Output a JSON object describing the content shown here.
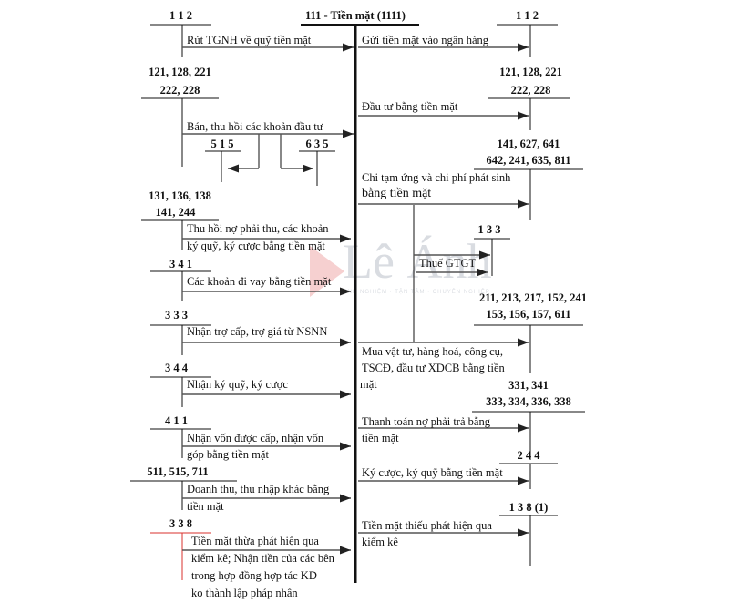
{
  "title": "111 - Tiền mặt (1111)",
  "watermark": {
    "brand": "Lê Ánh",
    "tagline": "KINH NGHIỆM · TẬN TÂM · CHUYÊN NGHIỆP"
  },
  "left": [
    {
      "account": [
        "1 1 2"
      ],
      "desc": [
        "Rút TGNH về quỹ tiền mặt"
      ]
    },
    {
      "account": [
        "121, 128, 221",
        "222, 228"
      ],
      "desc": [
        "Bán, thu hồi các khoản đầu tư"
      ],
      "sub": [
        "5 1 5",
        "6 3 5"
      ]
    },
    {
      "account": [
        "131, 136, 138",
        "141, 244"
      ],
      "desc": [
        "Thu hồi nợ phải thu, các khoản",
        "ký quỹ, ký cược bằng tiền mặt"
      ]
    },
    {
      "account": [
        "3 4 1"
      ],
      "desc": [
        "Các khoản đi vay bằng tiền mặt"
      ]
    },
    {
      "account": [
        "3 3 3"
      ],
      "desc": [
        "Nhận trợ cấp, trợ giá từ NSNN"
      ]
    },
    {
      "account": [
        "3 4 4"
      ],
      "desc": [
        "Nhận ký quỹ, ký cược"
      ]
    },
    {
      "account": [
        "4 1 1"
      ],
      "desc": [
        "Nhận vốn được cấp, nhận vốn",
        "góp bằng tiền mặt"
      ]
    },
    {
      "account": [
        "511, 515, 711"
      ],
      "desc": [
        "Doanh thu, thu nhập khác bằng",
        "tiền mặt"
      ]
    },
    {
      "account": [
        "3 3 8"
      ],
      "desc": [
        "Tiền mặt thừa phát hiện qua",
        "kiểm kê; Nhận tiền của các bên",
        "trong hợp đồng hợp tác KD",
        "ko thành lập pháp nhân"
      ]
    }
  ],
  "right": [
    {
      "account": [
        "1 1 2"
      ],
      "desc": [
        "Gửi tiền mặt vào ngân hàng"
      ]
    },
    {
      "account": [
        "121, 128, 221",
        "222, 228"
      ],
      "desc": [
        "Đầu tư bằng tiền mặt"
      ]
    },
    {
      "account": [
        "141, 627, 641",
        "642, 241, 635, 811"
      ],
      "desc": [
        "Chi tạm ứng và chi phí phát sinh",
        "bằng tiền mặt"
      ]
    },
    {
      "account": [
        "1 3 3"
      ],
      "desc": [
        "Thuế GTGT"
      ]
    },
    {
      "account": [
        "211, 213, 217, 152, 241",
        "153, 156, 157, 611"
      ],
      "desc": [
        "Mua vật tư, hàng hoá, công cụ,",
        "TSCĐ, đầu tư XDCB bằng tiền",
        "mặt"
      ]
    },
    {
      "account": [
        "331, 341",
        "333, 334, 336, 338"
      ],
      "desc": [
        "Thanh toán nợ phải trả bằng",
        "tiền mặt"
      ]
    },
    {
      "account": [
        "2 4 4"
      ],
      "desc": [
        "Ký cược, ký quỹ bằng tiền mặt"
      ]
    },
    {
      "account": [
        "1 3 8 (1)"
      ],
      "desc": [
        "Tiền mặt thiếu phát hiện qua",
        "kiểm kê"
      ]
    }
  ],
  "colors": {
    "line": "#111111",
    "arrow": "#555555",
    "highlight": "#d9302e"
  }
}
